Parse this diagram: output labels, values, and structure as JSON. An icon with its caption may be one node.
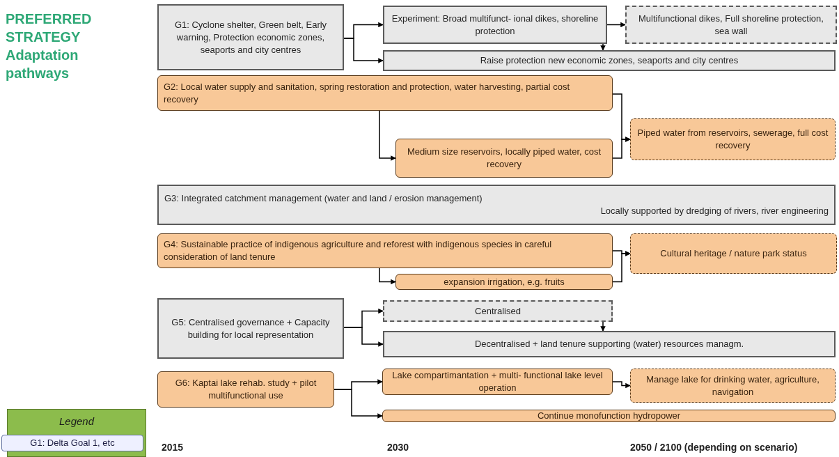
{
  "diagram": {
    "title": "PREFERRED STRATEGY Adaptation pathways",
    "nodes": [
      {
        "text": [
          "G1: Cyclone shelter, Green belt, Early warning, Protection economic zones, seaports and city centres"
        ]
      },
      {
        "text": [
          "Experiment: Broad multifunct- ional dikes, shoreline protection"
        ]
      },
      {
        "text": [
          "Multifunctional dikes, Full shoreline protection, sea wall"
        ]
      },
      {
        "text": [
          "Raise protection new economic zones, seaports and city centres"
        ]
      },
      {
        "text": [
          "G2: Local water supply and sanitation, spring restoration and protection, water harvesting, partial cost recovery"
        ]
      },
      {
        "text": [
          "Medium size reservoirs, locally piped water, cost recovery"
        ]
      },
      {
        "text": [
          "Piped water from reservoirs, sewerage, full cost recovery"
        ]
      },
      {
        "text": [
          "G3: Integrated catchment management (water and land / erosion management)",
          "Locally supported by dredging of rivers, river engineering"
        ]
      },
      {
        "text": [
          "G4: Sustainable practice of indigenous agriculture and reforest with indigenous species in careful consideration of land tenure"
        ]
      },
      {
        "text": [
          "Cultural heritage / nature park status"
        ]
      },
      {
        "text": [
          "expansion irrigation, e.g. fruits"
        ]
      },
      {
        "text": [
          "G5: Centralised governance + Capacity building for local representation"
        ]
      },
      {
        "text": [
          "Centralised"
        ]
      },
      {
        "text": [
          "Decentralised + land tenure supporting (water) resources managm."
        ]
      },
      {
        "text": [
          "G6: Kaptai lake rehab. study + pilot multifunctional use"
        ]
      },
      {
        "text": [
          "Lake compartimantation + multi- functional lake level operation"
        ]
      },
      {
        "text": [
          "Manage lake for drinking water, agriculture, navigation"
        ]
      },
      {
        "text": [
          "Continue monofunction hydropower"
        ]
      }
    ],
    "edges": [
      {
        "from": 0,
        "to": 1,
        "arrow": "to"
      },
      {
        "from": 0,
        "to": 3,
        "arrow": "to"
      },
      {
        "from": 1,
        "to": 2,
        "arrow": "to"
      },
      {
        "from": 1,
        "to": 3,
        "arrow": "to"
      },
      {
        "from": 4,
        "to": 5,
        "arrow": "to"
      },
      {
        "from": 4,
        "to": 6,
        "arrow": "to"
      },
      {
        "from": 5,
        "to": 6,
        "arrow": "to"
      },
      {
        "from": 8,
        "to": 9,
        "arrow": "to"
      },
      {
        "from": 8,
        "to": 10,
        "arrow": "to"
      },
      {
        "from": 10,
        "to": 9,
        "arrow": "to"
      },
      {
        "from": 11,
        "to": 12,
        "arrow": "to"
      },
      {
        "from": 11,
        "to": 13,
        "arrow": "to"
      },
      {
        "from": 12,
        "to": 13,
        "arrow": "to"
      },
      {
        "from": 14,
        "to": 15,
        "arrow": "to"
      },
      {
        "from": 14,
        "to": 17,
        "arrow": "to"
      },
      {
        "from": 15,
        "to": 16,
        "arrow": "to"
      }
    ],
    "labels": [
      "Legend",
      "G1: Delta Goal 1, etc",
      "2015",
      "2030",
      "2050 / 2100 (depending on scenario)"
    ]
  }
}
